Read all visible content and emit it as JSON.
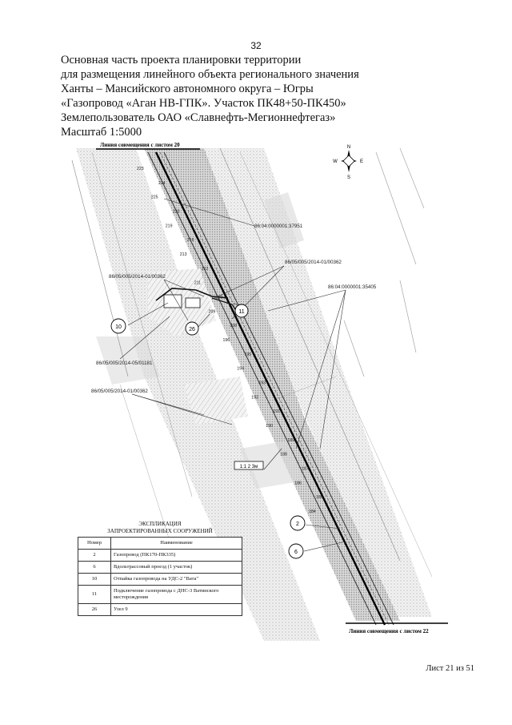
{
  "page_number": "32",
  "header_lines": [
    "Основная часть проекта планировки территории",
    "для размещения линейного объекта регионального значения",
    "Ханты – Мансийского автономного округа – Югры",
    "«Газопровод «Аган НВ-ГПК». Участок ПК48+50-ПК450»",
    "Землепользователь ОАО «Славнефть-Мегионнефтегаз»",
    "Масштаб 1:5000"
  ],
  "map": {
    "match_line_top": "Линия совмещения с листом 20",
    "match_line_bottom": "Линия совмещения с листом 22",
    "compass": {
      "n": "N",
      "s": "S",
      "w": "W",
      "e": "E"
    },
    "parcels": [
      "86:04:0000001:37951",
      "86/05/005/2014-01/00362",
      "86/05/005/2014-01/00362",
      "86:04:0000001:35405",
      "86/05/005/2014-05/01181",
      "86/05/005/2014-01/00362"
    ],
    "callouts": [
      "10",
      "26",
      "11",
      "2",
      "6"
    ],
    "picket_labels": [
      "223",
      "224",
      "225",
      "220",
      "219",
      "216",
      "213",
      "212",
      "211",
      "210",
      "209",
      "208",
      "196",
      "195",
      "194",
      "193",
      "192",
      "191",
      "190",
      "189",
      "188",
      "187",
      "186",
      "185",
      "184"
    ],
    "box_label": "1:1 2 3м"
  },
  "legend": {
    "title_line1": "ЭКСПЛИКАЦИЯ",
    "title_line2": "ЗАПРОЕКТИРОВАННЫХ СООРУЖЕНИЙ",
    "col_number": "Номер",
    "col_name": "Наименование",
    "rows": [
      {
        "num": "2",
        "name": "Газопровод (ПК170-ПК335)"
      },
      {
        "num": "6",
        "name": "Вдольтрассовый проезд (1 участок)"
      },
      {
        "num": "10",
        "name": "Отпайка газопровода на УДС-2 \"Вата\""
      },
      {
        "num": "11",
        "name": "Подключение газопровода с ДНС-3 Ватинского месторождения"
      },
      {
        "num": "26",
        "name": "Узел 9"
      }
    ]
  },
  "footer": "Лист 21 из 51"
}
